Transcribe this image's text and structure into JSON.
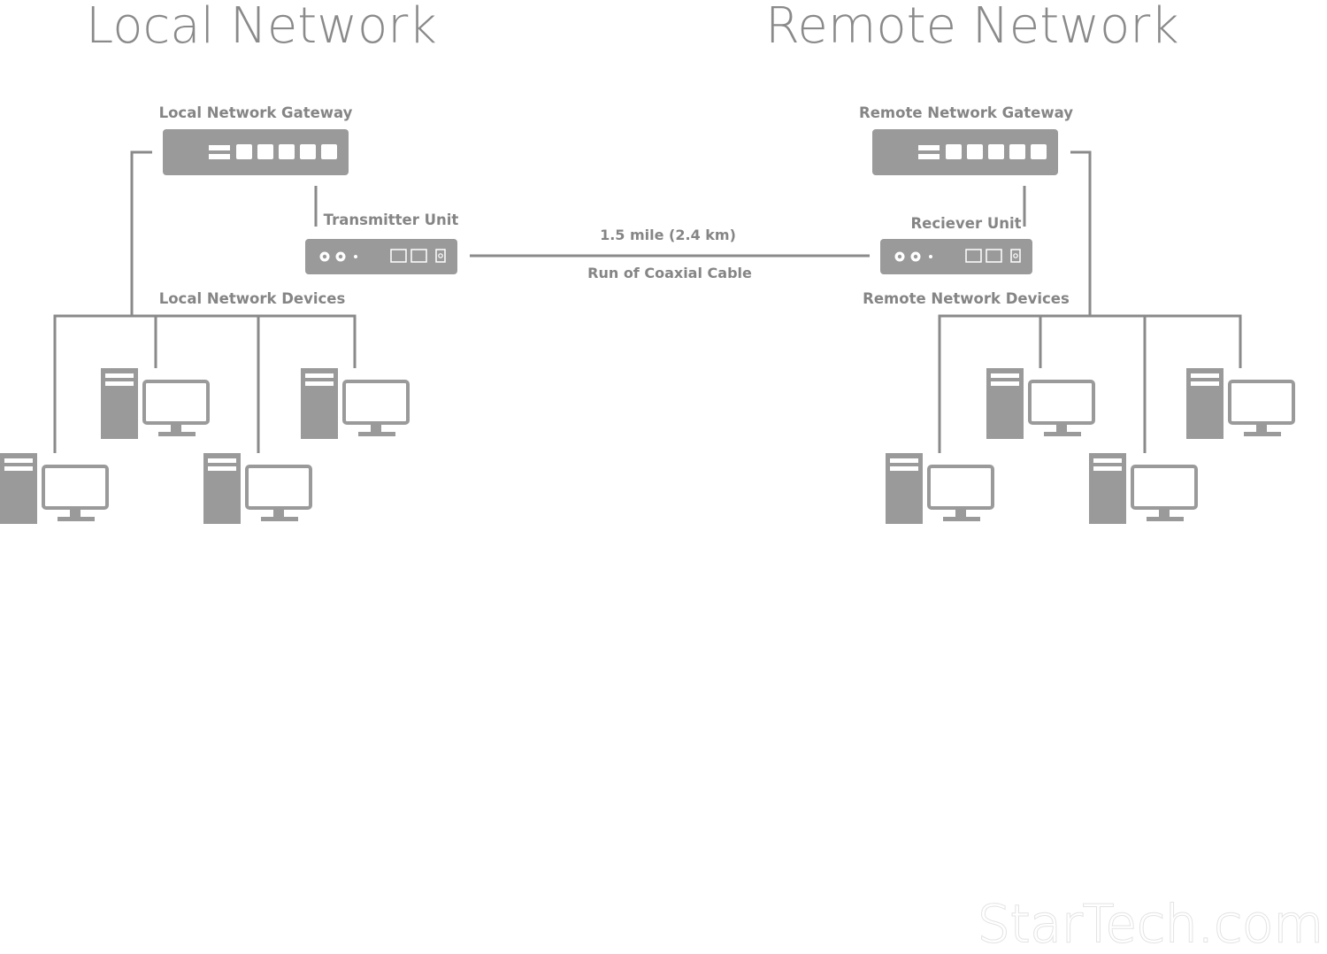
{
  "titles": {
    "local": "Local Network",
    "remote": "Remote Network"
  },
  "labels": {
    "local_gateway": "Local Network Gateway",
    "remote_gateway": "Remote Network Gateway",
    "transmitter": "Transmitter Unit",
    "receiver": "Reciever Unit",
    "local_devices": "Local Network Devices",
    "remote_devices": "Remote Network Devices"
  },
  "link": {
    "distance": "1.5 mile (2.4 km)",
    "medium": "Run of Coaxial Cable"
  },
  "logo": "StarTech.com",
  "colors": {
    "line": "#8a8a8a",
    "device": "#9a9a9b",
    "text": "#858585",
    "background": "#ffffff"
  },
  "icons": [
    "gateway-router-icon",
    "extender-unit-icon",
    "desktop-computer-icon"
  ]
}
